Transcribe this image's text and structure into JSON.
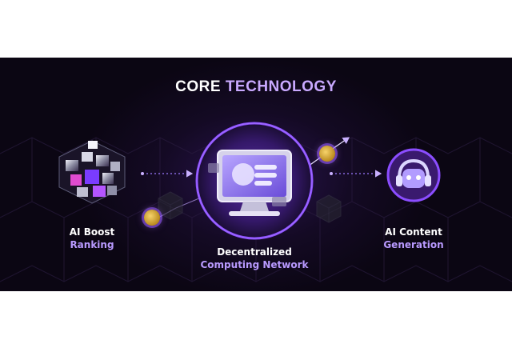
{
  "title": {
    "part1": "CORE",
    "part2": "TECHNOLOGY"
  },
  "nodes": [
    {
      "line1": "AI Boost",
      "line2": "Ranking",
      "icon": "glowing-cube-icon"
    },
    {
      "line1": "Decentralized",
      "line2": "Computing Network",
      "icon": "computer-monitor-icon"
    },
    {
      "line1": "AI Content",
      "line2": "Generation",
      "icon": "robot-head-icon"
    }
  ],
  "colors": {
    "background": "#0b0613",
    "accent": "#b99aff",
    "glow": "#8b4dff",
    "coin": "#e8b840"
  }
}
